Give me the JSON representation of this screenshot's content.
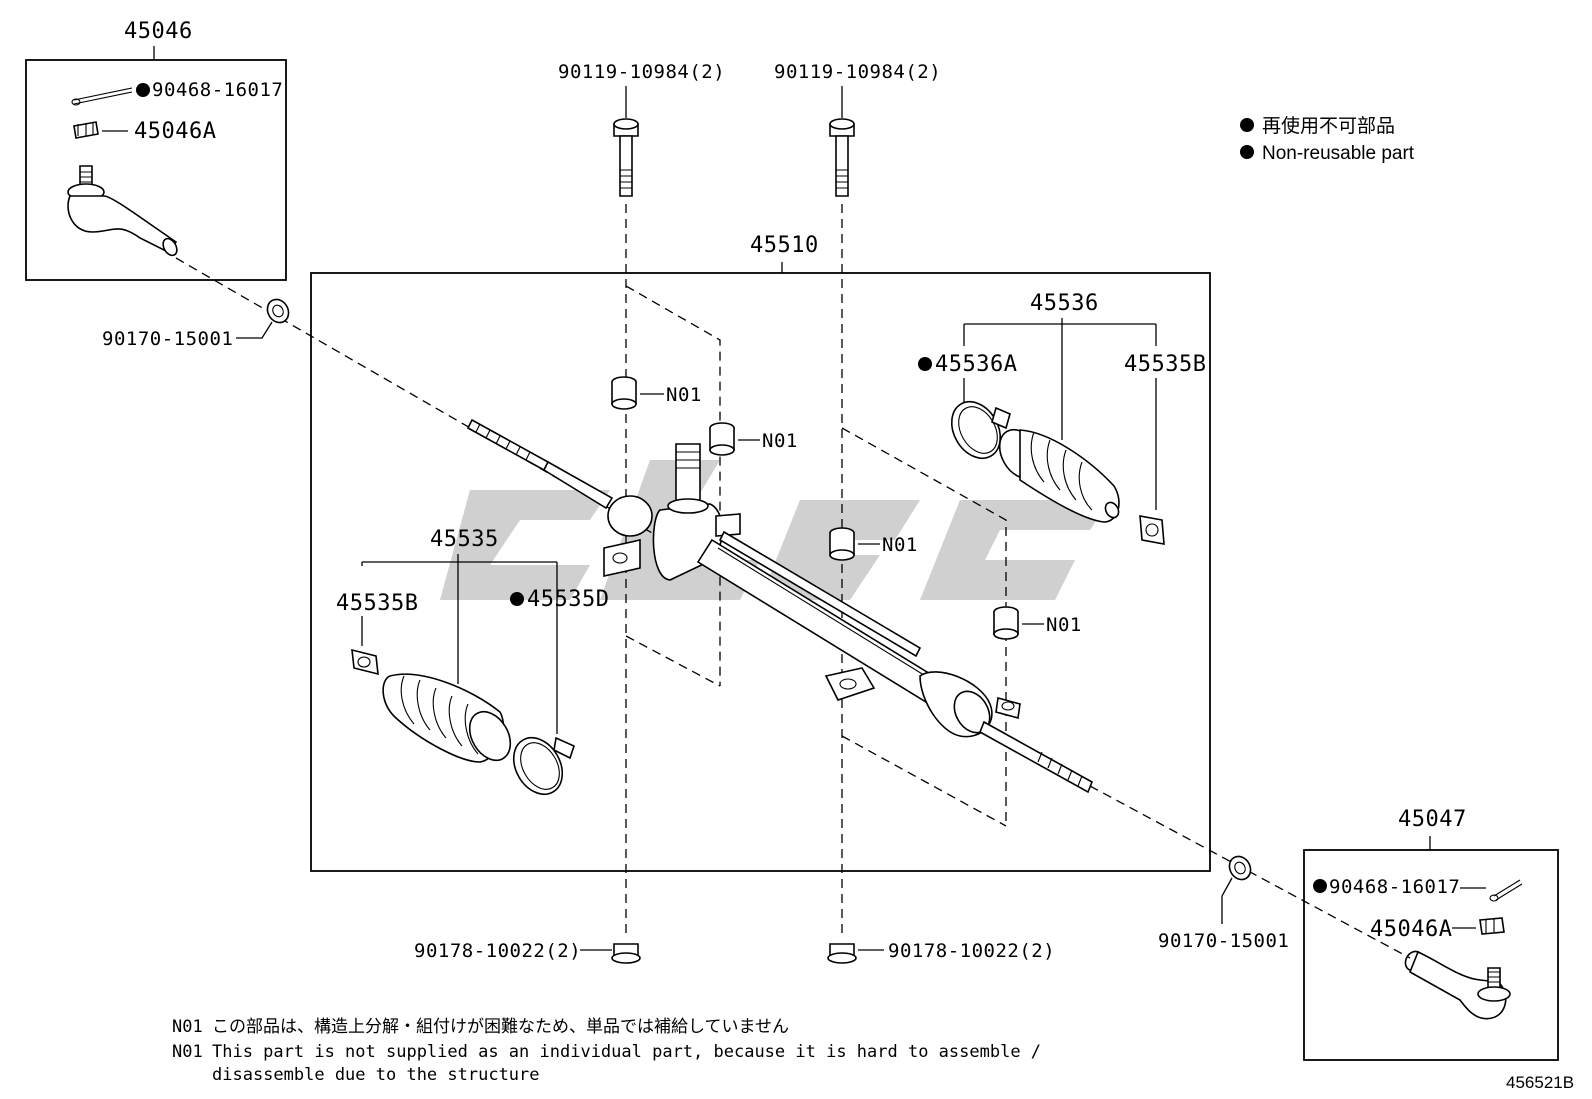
{
  "diagram_id": "456521B",
  "legend": {
    "jp": "再使用不可部品",
    "en": "Non-reusable part"
  },
  "assembly": {
    "label": "45510"
  },
  "tie_end_lh": {
    "title": "45046",
    "cotter_pin": "90468-16017",
    "nut": "45046A"
  },
  "tie_end_rh": {
    "title": "45047",
    "cotter_pin": "90468-16017",
    "nut": "45046A"
  },
  "bolts": {
    "left": "90119-10984(2)",
    "right": "90119-10984(2)"
  },
  "nuts": {
    "left": "90178-10022(2)",
    "right": "90178-10022(2)"
  },
  "lock_nut": {
    "left": "90170-15001",
    "right": "90170-15001"
  },
  "bushing_label": "N01",
  "boot_lh": {
    "set": "45535",
    "clip": "45535B",
    "clamp": "45535D"
  },
  "boot_rh": {
    "set": "45536",
    "clamp": "45536A",
    "clip": "45535B"
  },
  "notes": {
    "code": "N01",
    "jp": "この部品は、構造上分解・組付けが困難なため、単品では補給していません",
    "en_line1": "This part is not supplied as an individual part, because it is hard to assemble /",
    "en_line2": "disassemble due to the structure"
  },
  "colors": {
    "ink": "#000000",
    "watermark": "#c8c8c8",
    "background": "#ffffff"
  }
}
